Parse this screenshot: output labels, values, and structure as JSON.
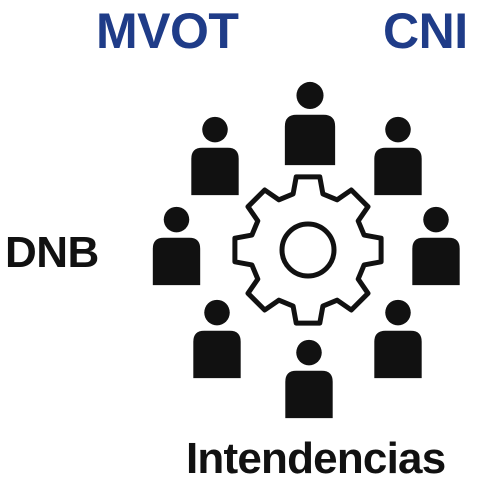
{
  "labels": {
    "top_left": "MVOT",
    "top_right": "CNI",
    "left": "DNB",
    "bottom": "Intendencias"
  },
  "colors": {
    "top_labels": "#1f3c88",
    "side_labels": "#111111",
    "icons": "#111111",
    "gear_fill": "#ffffff",
    "gear_stroke": "#111111"
  },
  "icons": {
    "center": "gear-icon",
    "people": "person-icon",
    "people_count": 8
  }
}
